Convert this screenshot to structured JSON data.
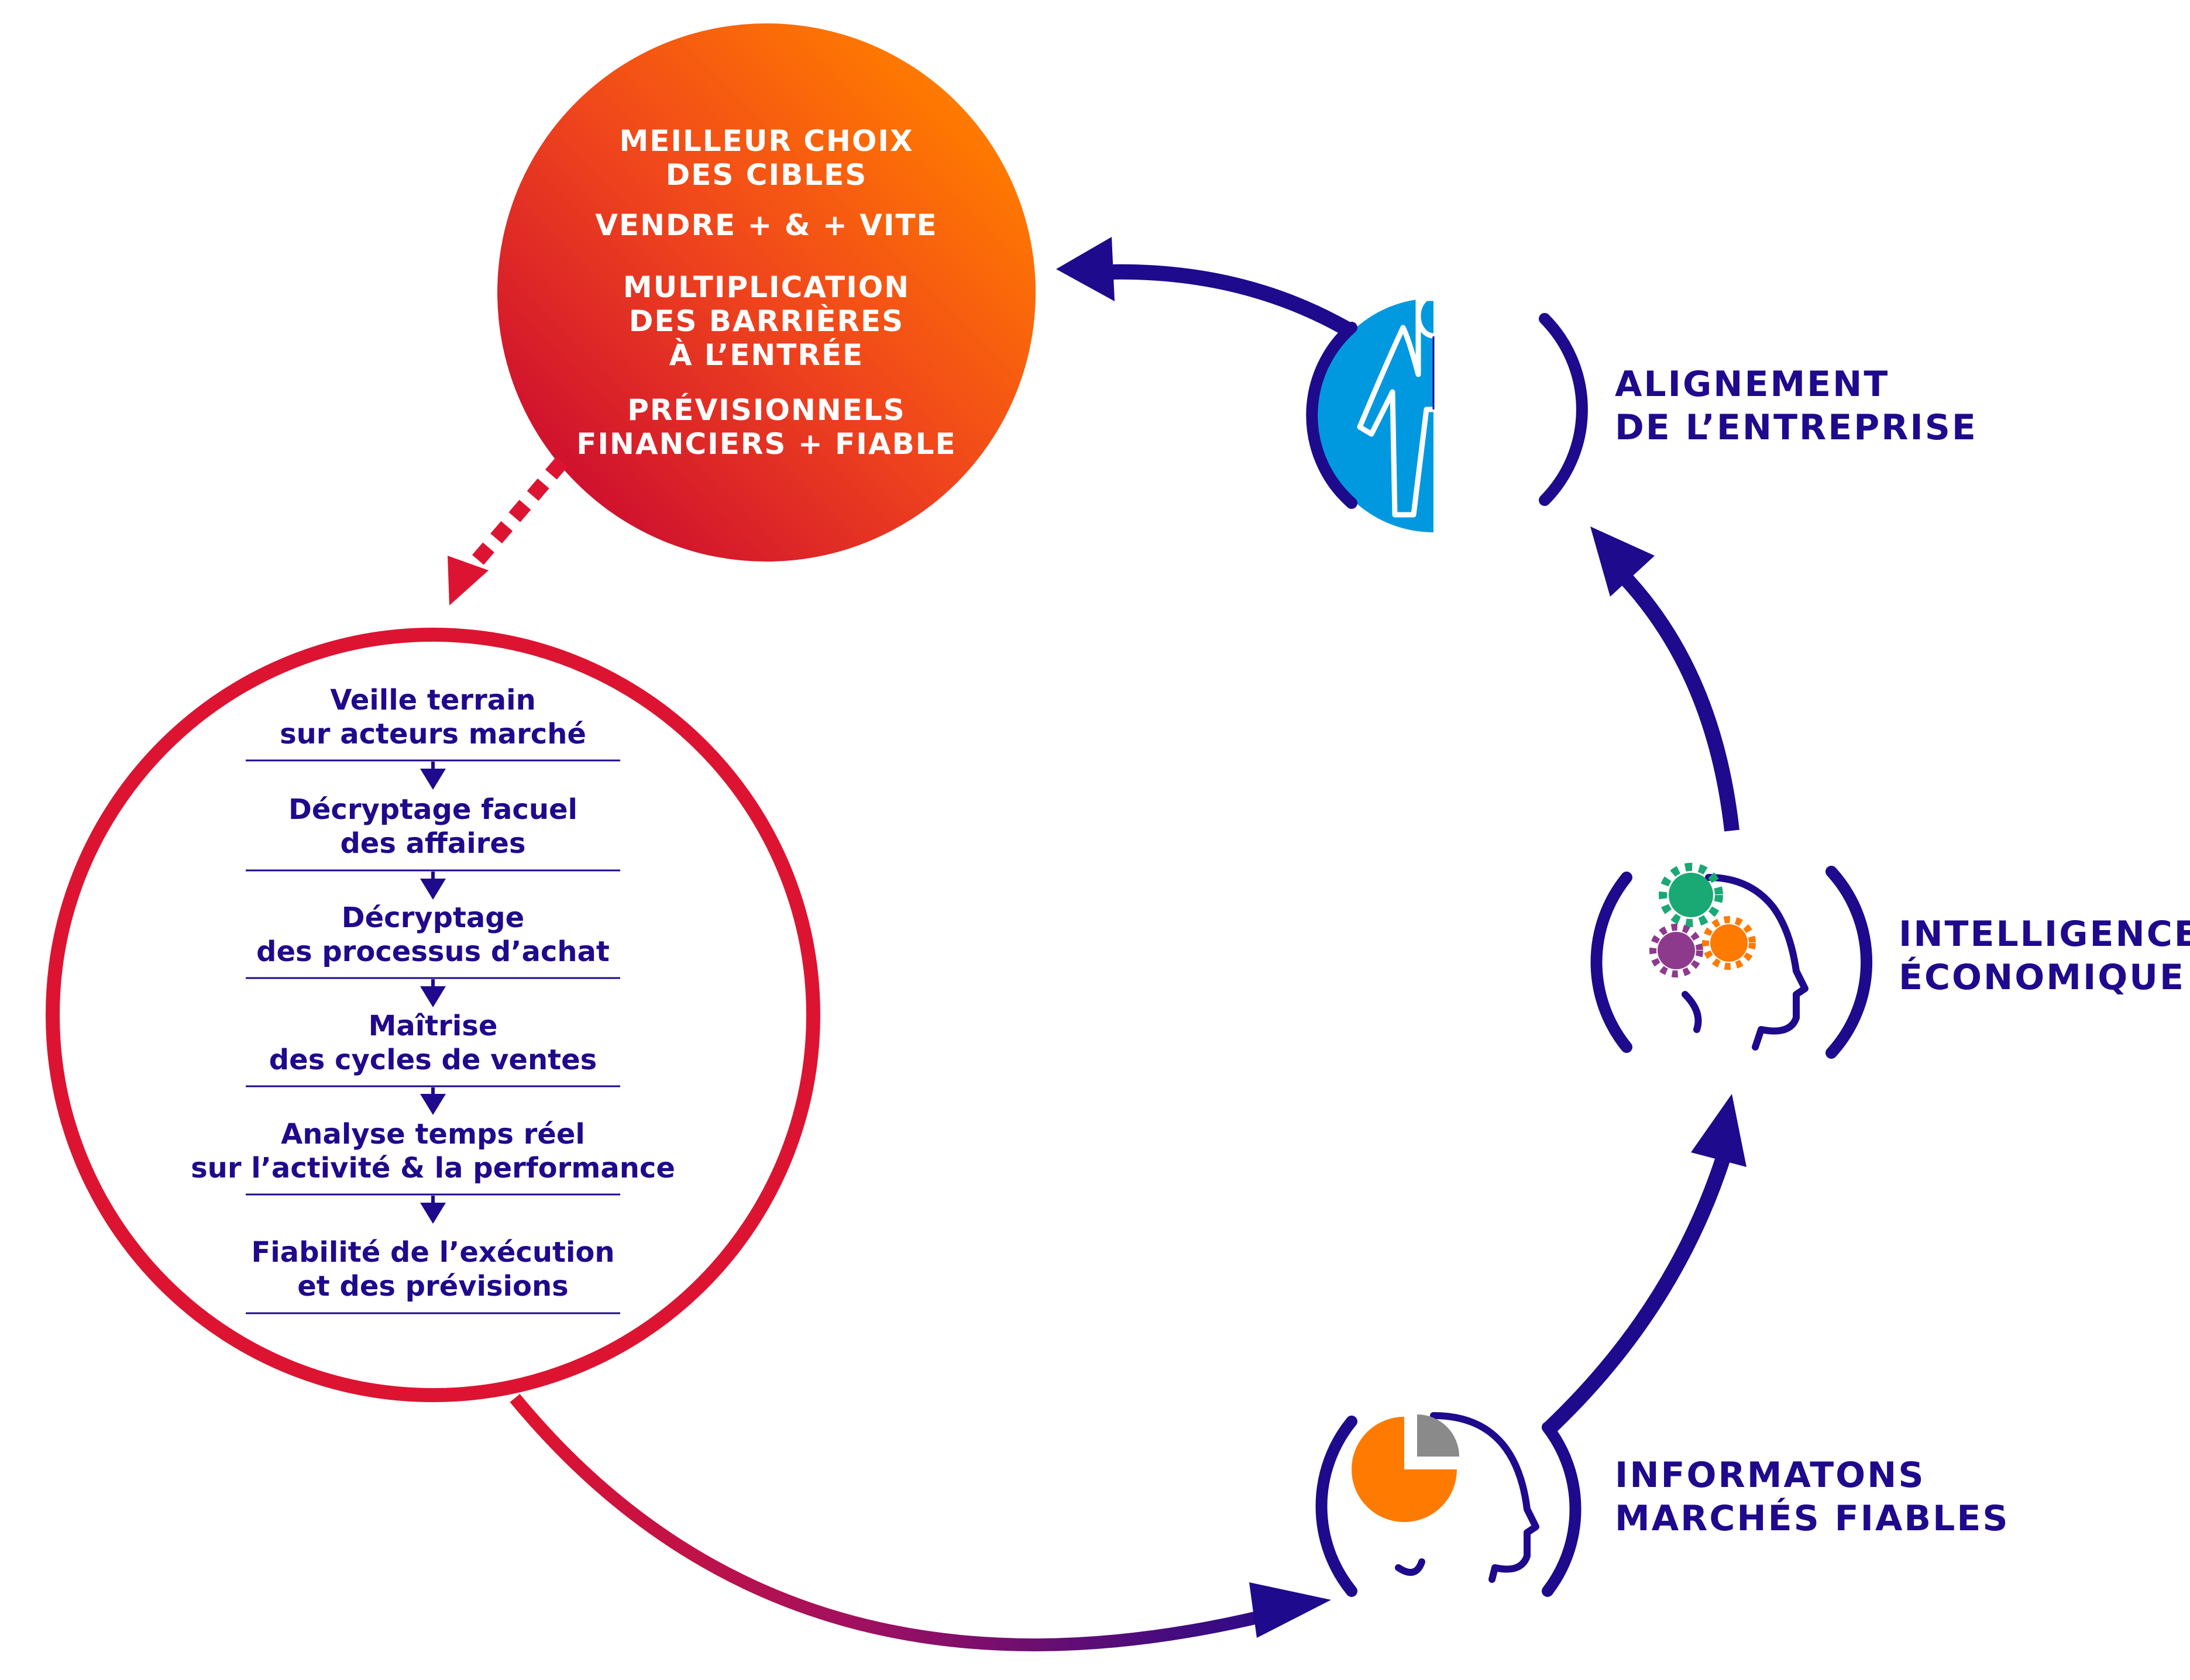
{
  "benefits": [
    "MEILLEUR CHOIX\nDES CIBLES",
    "VENDRE + & + VITE",
    "MULTIPLICATION\nDES BARRIÈRES\nÀ L’ENTRÉE",
    "PRÉVISIONNELS\nFINANCIERS + FIABLE"
  ],
  "steps": [
    "Veille terrain\nsur acteurs marché",
    "Décryptage facuel\ndes affaires",
    "Décryptage\ndes processus d’achat",
    "Maîtrise\ndes cycles de ventes",
    "Analyse temps réel\nsur l’activité & la performance",
    "Fiabilité de l’exécution\net des prévisions"
  ],
  "labels": {
    "alignement": "ALIGNEMENT\nDE L’ENTREPRISE",
    "intelligence": "INTELLIGENCE\nÉCONOMIQUE",
    "informations": "INFORMATONS\nMARCHÉS FIABLES"
  },
  "icons": {
    "alignement": "human-body-icon",
    "intelligence": "head-gears-icon",
    "informations": "head-pie-chart-icon"
  },
  "colors": {
    "navy": "#1e0a8c",
    "red": "#dc1432",
    "orange": "#ff7a00",
    "blue": "#0099e0",
    "green": "#1aa874",
    "purple": "#8e3a8c",
    "grey": "#8a8a8a"
  }
}
